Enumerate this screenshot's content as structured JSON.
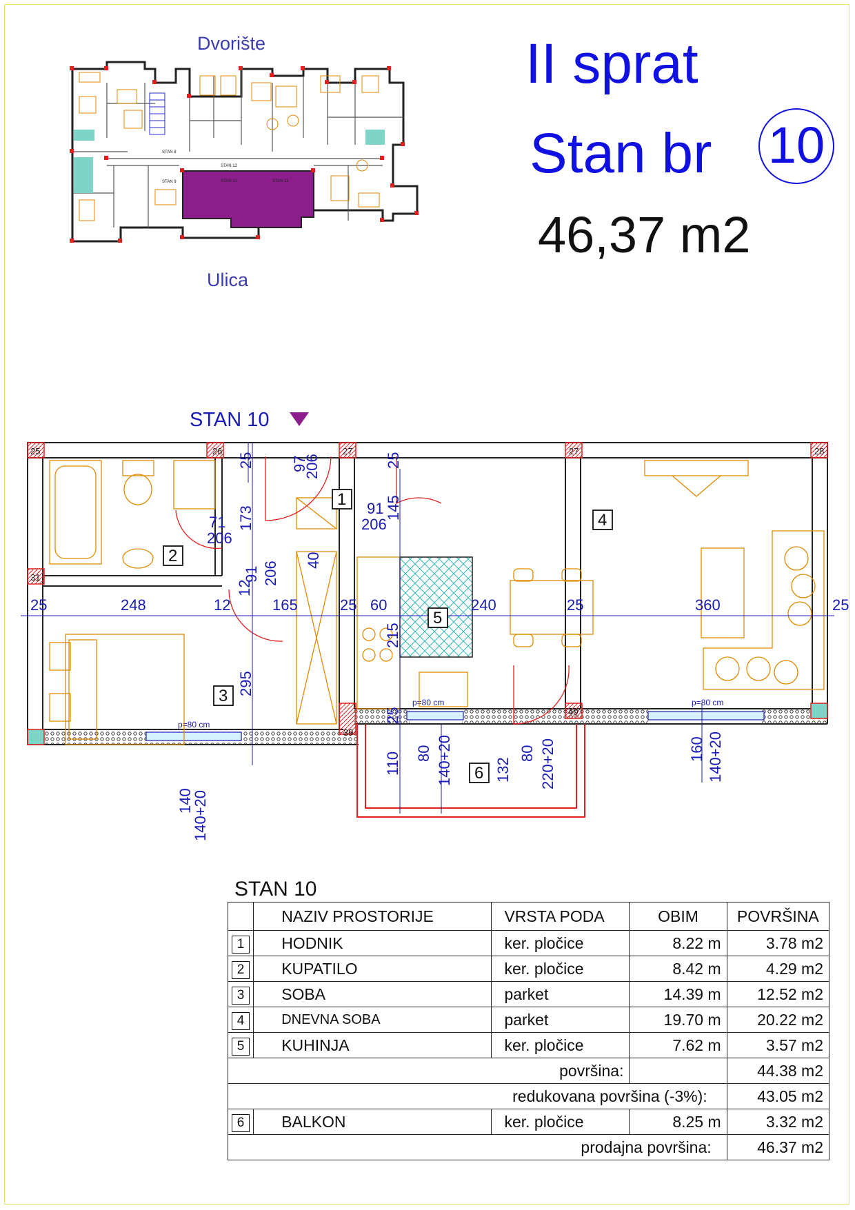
{
  "page": {
    "floor_title": "II sprat",
    "apartment_label": "Stan br",
    "apartment_number": "10",
    "apartment_area": "46,37 m2"
  },
  "key_plan": {
    "top_label": "Dvorište",
    "bottom_label": "Ulica",
    "highlight_color": "#8b1e8b",
    "tags": [
      "STAN 8",
      "STAN 9",
      "STAN 10",
      "STAN 11",
      "STAN 12"
    ]
  },
  "floor_plan": {
    "heading": "STAN 10",
    "rooms": [
      {
        "id": "1"
      },
      {
        "id": "2"
      },
      {
        "id": "3"
      },
      {
        "id": "4"
      },
      {
        "id": "5"
      },
      {
        "id": "6"
      }
    ],
    "corner_tags": [
      "25",
      "26",
      "27",
      "27",
      "28",
      "31",
      "39",
      "40"
    ],
    "dimensions": [
      "25",
      "248",
      "12",
      "165",
      "25",
      "60",
      "240",
      "25",
      "360",
      "25",
      "97",
      "206",
      "25",
      "25",
      "173",
      "71",
      "206",
      "91",
      "206",
      "145",
      "12",
      "91",
      "206",
      "40",
      "215",
      "295",
      "25",
      "110",
      "132",
      "80",
      "140+20",
      "80",
      "220+20",
      "160",
      "140+20",
      "140",
      "140+20"
    ],
    "window_labels": [
      "p=80 cm",
      "p=80 cm",
      "p=80 cm"
    ],
    "colors": {
      "walls": "#222222",
      "dimensions": "#1a1ab4",
      "furniture": "#e08a00",
      "wall_markers": "#e02020",
      "tile_hatch": "#30b8b0"
    }
  },
  "table": {
    "title": "STAN 10",
    "headers": [
      "NAZIV PROSTORIJE",
      "VRSTA PODA",
      "OBIM",
      "POVRŠINA"
    ],
    "rows": [
      {
        "num": "1",
        "name": "HODNIK",
        "floor": "ker. pločice",
        "obim": "8.22 m",
        "povrsina": "3.78 m2"
      },
      {
        "num": "2",
        "name": "KUPATILO",
        "floor": "ker. pločice",
        "obim": "8.42 m",
        "povrsina": "4.29 m2"
      },
      {
        "num": "3",
        "name": "SOBA",
        "floor": "parket",
        "obim": "14.39 m",
        "povrsina": "12.52 m2"
      },
      {
        "num": "4",
        "name": "DNEVNA SOBA",
        "floor": "parket",
        "obim": "19.70 m",
        "povrsina": "20.22 m2"
      },
      {
        "num": "5",
        "name": "KUHINJA",
        "floor": "ker. pločice",
        "obim": "7.62 m",
        "povrsina": "3.57 m2"
      }
    ],
    "summary_area_label": "površina:",
    "summary_area": "44.38 m2",
    "reduced_label": "redukovana površina (-3%):",
    "reduced_area": "43.05 m2",
    "balcony": {
      "num": "6",
      "name": "BALKON",
      "floor": "ker. pločice",
      "obim": "8.25 m",
      "povrsina": "3.32 m2"
    },
    "sales_label": "prodajna površina:",
    "sales_area": "46.37 m2"
  }
}
